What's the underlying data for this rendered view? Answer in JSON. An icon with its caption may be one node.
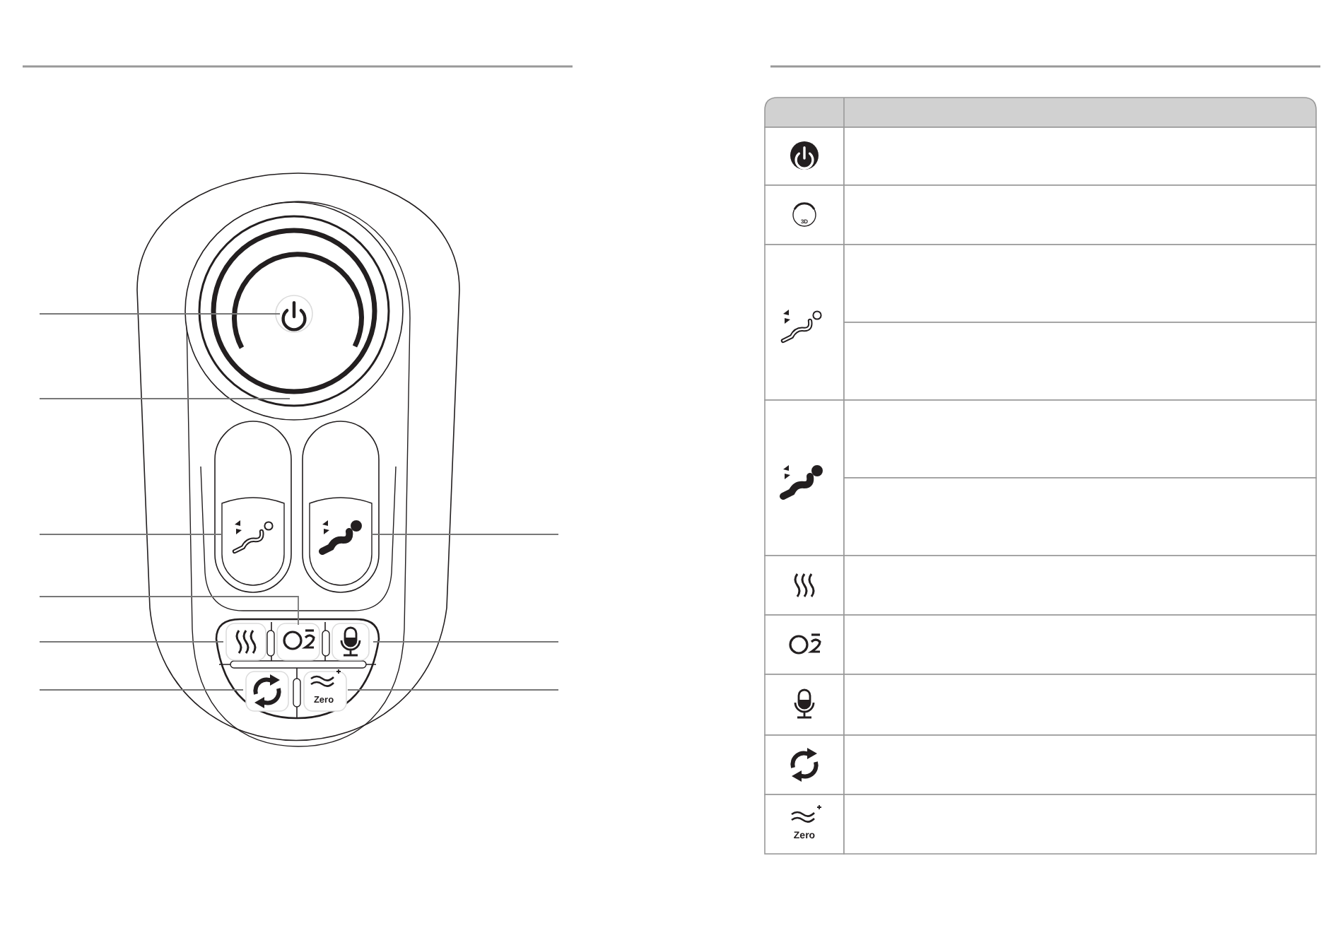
{
  "diagram": {
    "nodes": [
      {
        "text": [],
        "shape": "circle",
        "in": 1
      },
      {
        "text": [],
        "shape": "circle"
      },
      {
        "text": [],
        "shape": "box"
      },
      {
        "text": [],
        "shape": "box"
      },
      {
        "text": [],
        "shape": "box"
      },
      {
        "text": [],
        "shape": "box"
      },
      {
        "text": [],
        "shape": "box"
      },
      {
        "text": [],
        "shape": "box"
      },
      {
        "text": [],
        "shape": "box"
      }
    ],
    "edges": [
      {
        "from": null,
        "to": 0,
        "arrow": "none"
      },
      {
        "from": null,
        "to": 1,
        "arrow": "none"
      },
      {
        "from": null,
        "to": 2,
        "arrow": "none"
      },
      {
        "from": null,
        "to": 3,
        "arrow": "none"
      },
      {
        "from": null,
        "to": 4,
        "arrow": "none"
      },
      {
        "from": null,
        "to": 5,
        "arrow": "none"
      },
      {
        "from": null,
        "to": 6,
        "arrow": "none"
      },
      {
        "from": null,
        "to": 7,
        "arrow": "none"
      },
      {
        "from": null,
        "to": 8,
        "arrow": "none"
      }
    ],
    "labels": [
      "Zero",
      "3D",
      "Zero"
    ]
  }
}
